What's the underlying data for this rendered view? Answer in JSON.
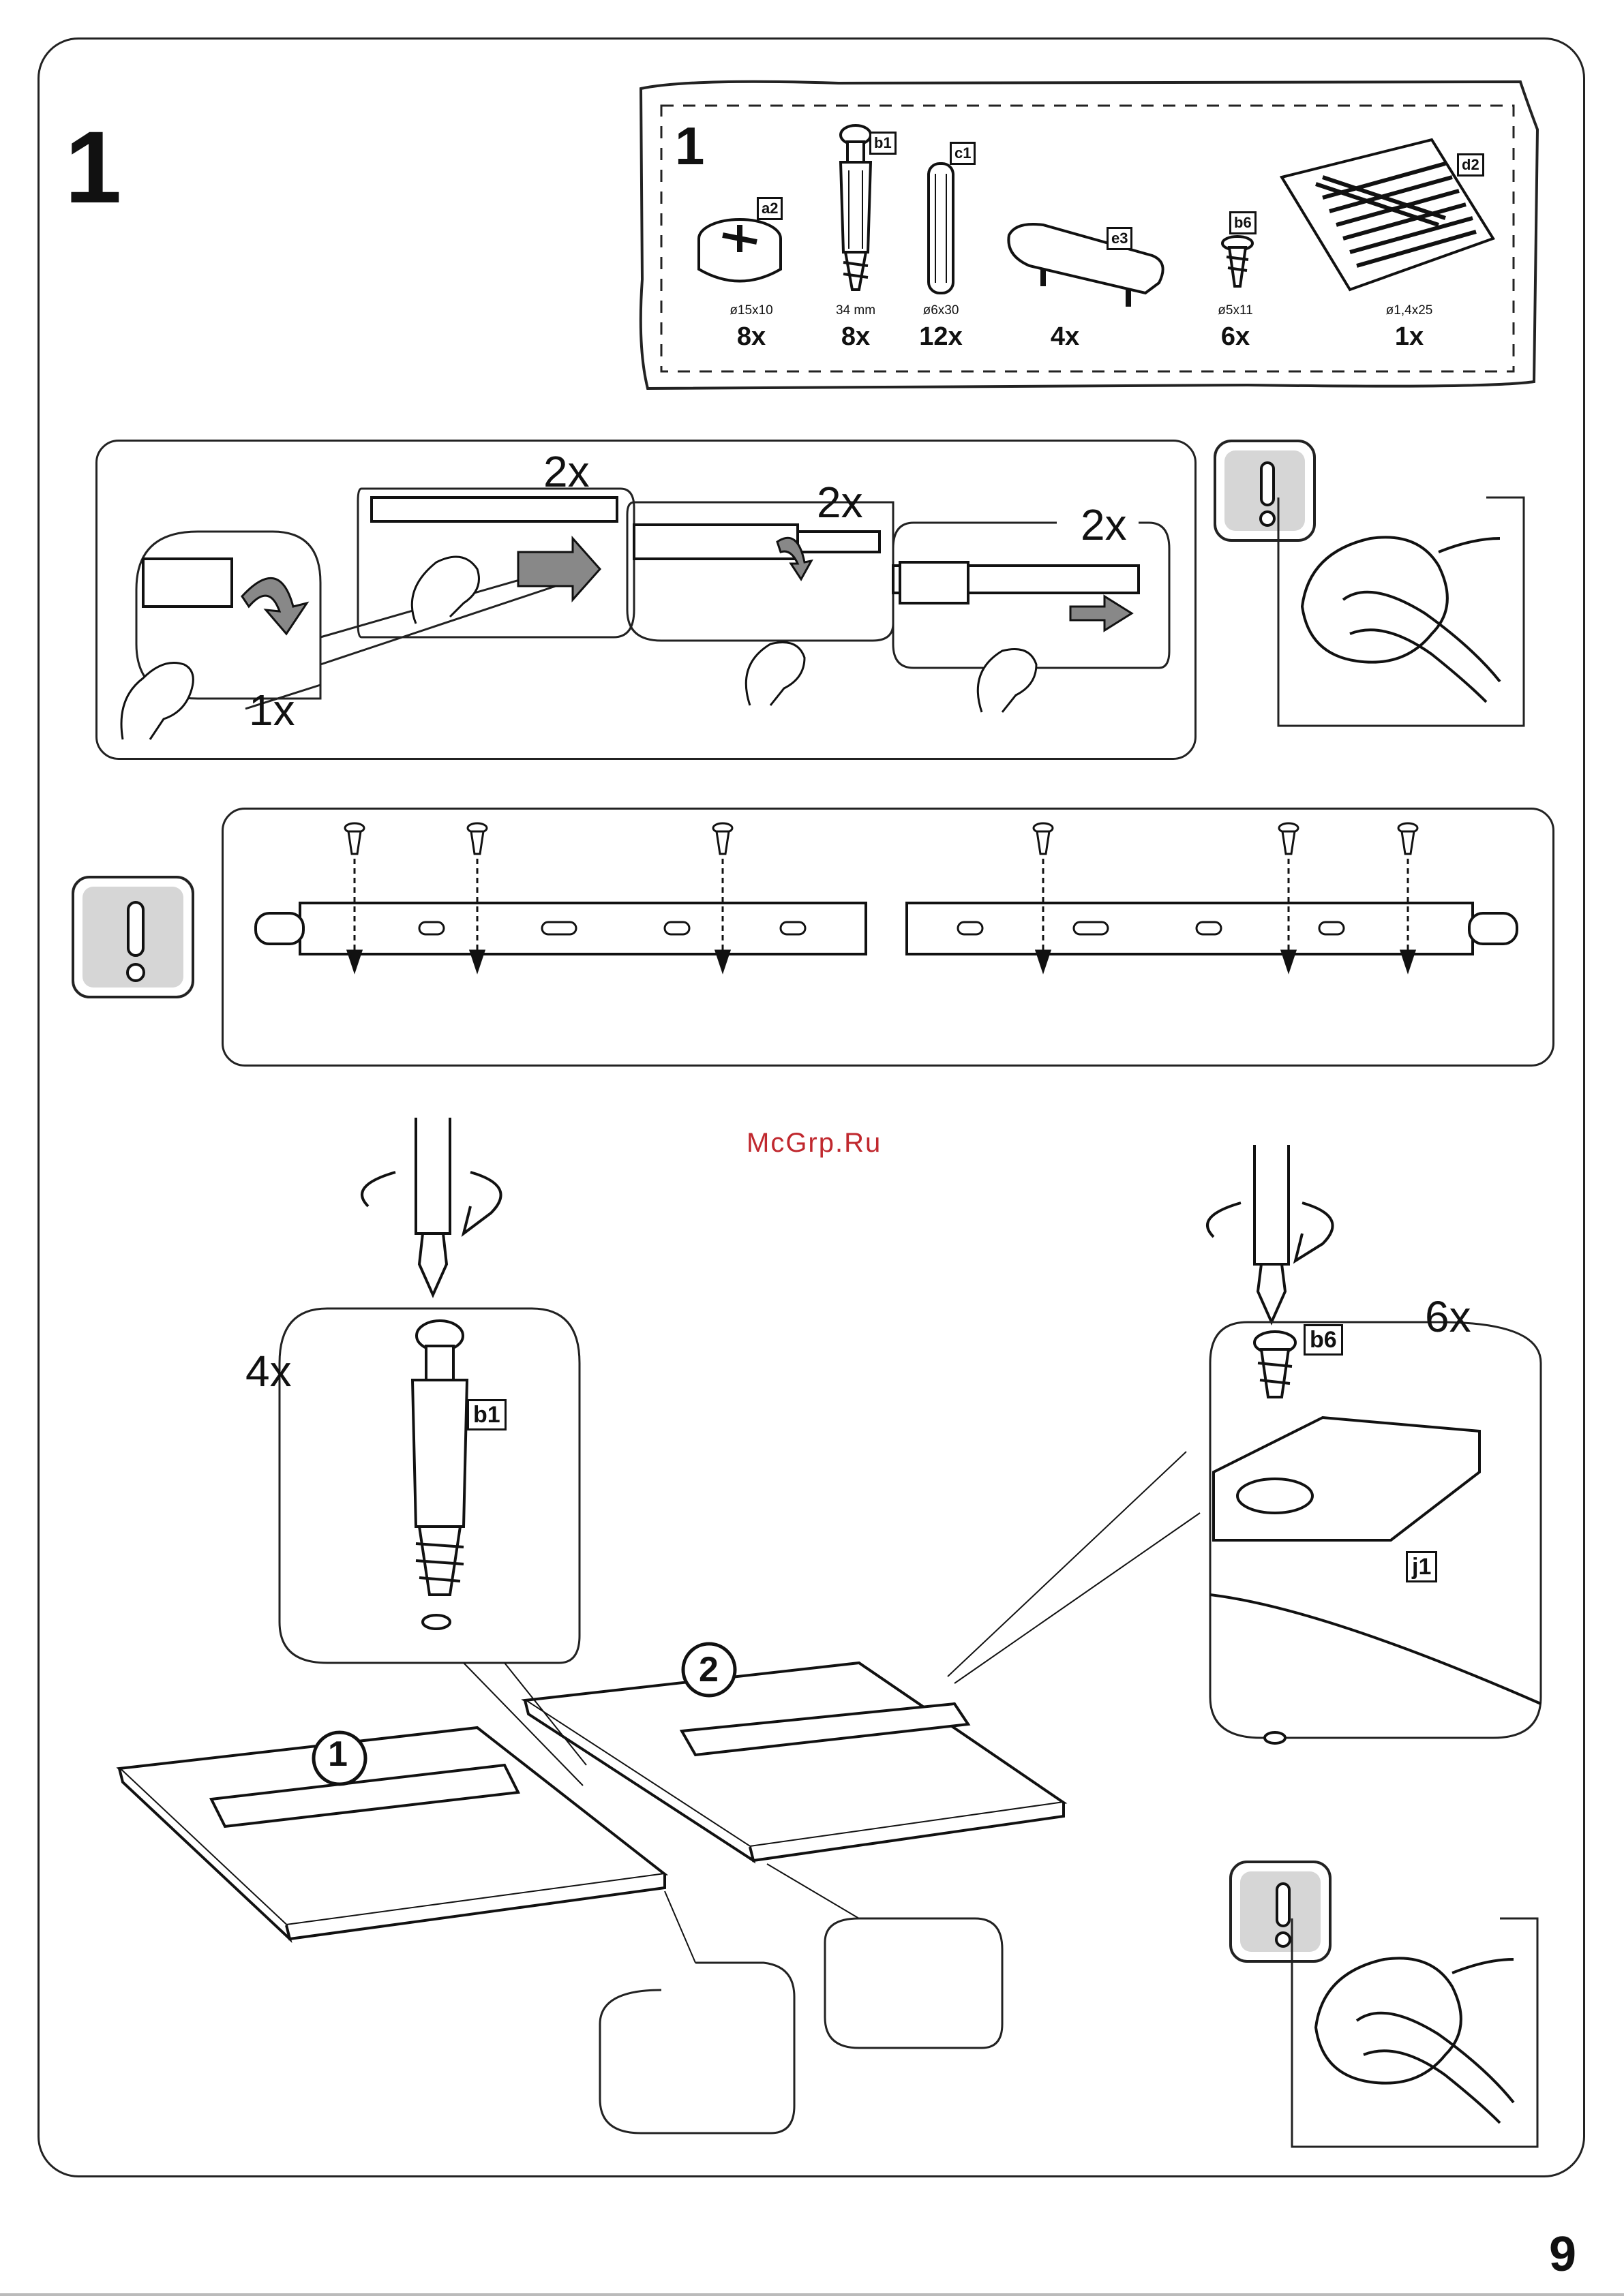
{
  "step_number": "1",
  "page_number": "9",
  "watermark": "McGrp.Ru",
  "parts": {
    "step_label": "1",
    "items": [
      {
        "code": "a2",
        "size": "ø15x10",
        "qty": "8x"
      },
      {
        "code": "b1",
        "size": "34 mm",
        "qty": "8x"
      },
      {
        "code": "c1",
        "size": "ø6x30",
        "qty": "12x"
      },
      {
        "code": "e3",
        "size": "",
        "qty": "4x"
      },
      {
        "code": "b6",
        "size": "ø5x11",
        "qty": "6x"
      },
      {
        "code": "d2",
        "size": "ø1,4x25",
        "qty": "1x"
      }
    ]
  },
  "rail_panel": {
    "labels": [
      "1x",
      "2x",
      "2x",
      "2x"
    ]
  },
  "assembly": {
    "dowel_count": "4x",
    "dowel_tag": "b1",
    "screw_count": "6x",
    "screw_tag": "b6",
    "rail_tag": "j1",
    "panel_1": "1",
    "panel_2": "2"
  },
  "icons": [
    "exclamation-icon",
    "cleaning-cloth-icon",
    "screwdriver-icon",
    "rotate-arrow-icon",
    "push-arrow-icon"
  ]
}
